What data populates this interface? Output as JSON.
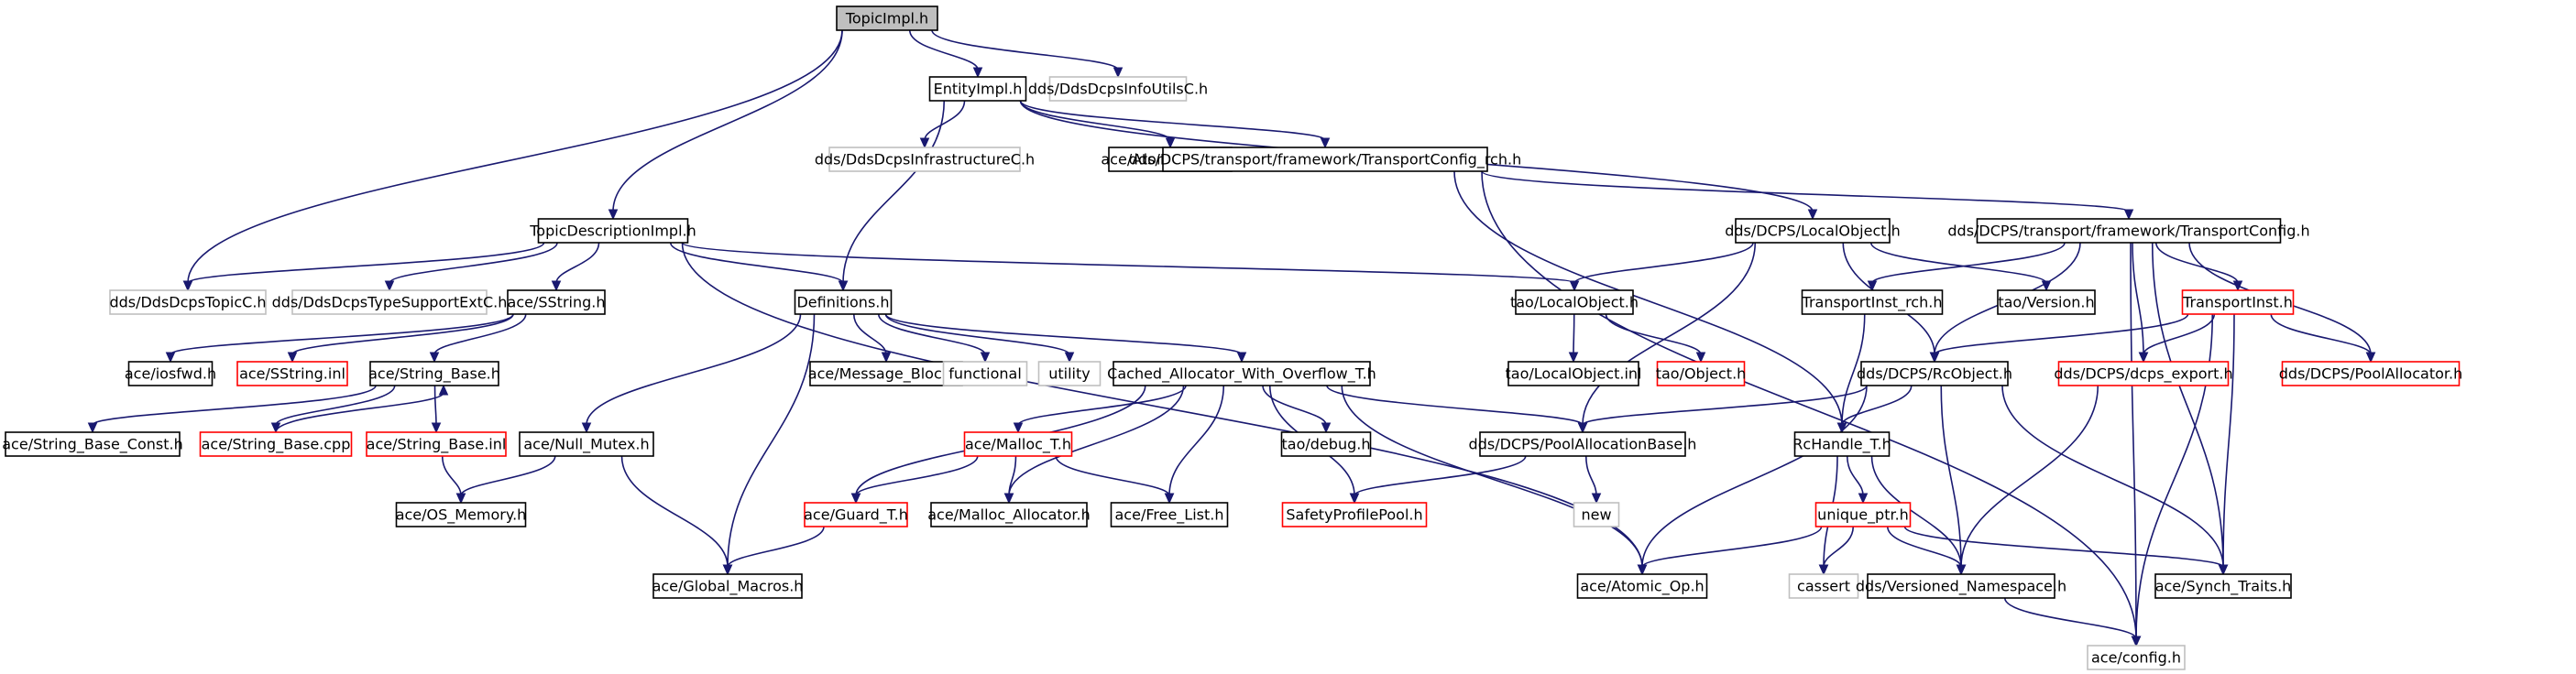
{
  "graph": {
    "root": "TopicImpl.h",
    "colors": {
      "edge": "#191970",
      "root_fill": "#bfbfbf",
      "normal_border": "#000000",
      "truncated_border": "#ff0000",
      "external_border": "#bfbfbf"
    },
    "nodes": [
      {
        "id": "n_topicimpl",
        "label": "TopicImpl.h",
        "kind": "root"
      },
      {
        "id": "n_entityimpl",
        "label": "EntityImpl.h",
        "kind": "normal"
      },
      {
        "id": "n_infoutils",
        "label": "dds/DdsDcpsInfoUtilsC.h",
        "kind": "external"
      },
      {
        "id": "n_infra",
        "label": "dds/DdsDcpsInfrastructureC.h",
        "kind": "external"
      },
      {
        "id": "n_atomicopt",
        "label": "ace/Atomic_Op_T.h",
        "kind": "normal"
      },
      {
        "id": "n_tcrch",
        "label": "dds/DCPS/transport/framework/TransportConfig_rch.h",
        "kind": "normal"
      },
      {
        "id": "n_topicdesc",
        "label": "TopicDescriptionImpl.h",
        "kind": "normal"
      },
      {
        "id": "n_localobj",
        "label": "dds/DCPS/LocalObject.h",
        "kind": "normal"
      },
      {
        "id": "n_tconfig",
        "label": "dds/DCPS/transport/framework/TransportConfig.h",
        "kind": "normal"
      },
      {
        "id": "n_topicc",
        "label": "dds/DdsDcpsTopicC.h",
        "kind": "external"
      },
      {
        "id": "n_typesupport",
        "label": "dds/DdsDcpsTypeSupportExtC.h",
        "kind": "external"
      },
      {
        "id": "n_sstring",
        "label": "ace/SString.h",
        "kind": "normal"
      },
      {
        "id": "n_defs",
        "label": "Definitions.h",
        "kind": "normal"
      },
      {
        "id": "n_taolocal",
        "label": "tao/LocalObject.h",
        "kind": "normal"
      },
      {
        "id": "n_tirch",
        "label": "TransportInst_rch.h",
        "kind": "normal"
      },
      {
        "id": "n_taover",
        "label": "tao/Version.h",
        "kind": "normal"
      },
      {
        "id": "n_tinst",
        "label": "TransportInst.h",
        "kind": "truncated"
      },
      {
        "id": "n_iosfwd",
        "label": "ace/iosfwd.h",
        "kind": "normal"
      },
      {
        "id": "n_sstringinl",
        "label": "ace/SString.inl",
        "kind": "truncated"
      },
      {
        "id": "n_strbase",
        "label": "ace/String_Base.h",
        "kind": "normal"
      },
      {
        "id": "n_msgblock",
        "label": "ace/Message_Block.h",
        "kind": "normal"
      },
      {
        "id": "n_functional",
        "label": "functional",
        "kind": "external"
      },
      {
        "id": "n_utility",
        "label": "utility",
        "kind": "external"
      },
      {
        "id": "n_cached",
        "label": "Cached_Allocator_With_Overflow_T.h",
        "kind": "normal"
      },
      {
        "id": "n_taolocalinl",
        "label": "tao/LocalObject.inl",
        "kind": "normal"
      },
      {
        "id": "n_taoobj",
        "label": "tao/Object.h",
        "kind": "truncated"
      },
      {
        "id": "n_rcobj",
        "label": "dds/DCPS/RcObject.h",
        "kind": "normal"
      },
      {
        "id": "n_dcpsexport",
        "label": "dds/DCPS/dcps_export.h",
        "kind": "truncated"
      },
      {
        "id": "n_poolalloc",
        "label": "dds/DCPS/PoolAllocator.h",
        "kind": "truncated"
      },
      {
        "id": "n_strbaseconst",
        "label": "ace/String_Base_Const.h",
        "kind": "normal"
      },
      {
        "id": "n_strbasecpp",
        "label": "ace/String_Base.cpp",
        "kind": "truncated"
      },
      {
        "id": "n_strbaseinl",
        "label": "ace/String_Base.inl",
        "kind": "truncated"
      },
      {
        "id": "n_nullmutex",
        "label": "ace/Null_Mutex.h",
        "kind": "normal"
      },
      {
        "id": "n_malloct",
        "label": "ace/Malloc_T.h",
        "kind": "truncated"
      },
      {
        "id": "n_taodebug",
        "label": "tao/debug.h",
        "kind": "normal"
      },
      {
        "id": "n_poolallocbase",
        "label": "dds/DCPS/PoolAllocationBase.h",
        "kind": "normal"
      },
      {
        "id": "n_rchandle",
        "label": "RcHandle_T.h",
        "kind": "normal"
      },
      {
        "id": "n_osmem",
        "label": "ace/OS_Memory.h",
        "kind": "normal"
      },
      {
        "id": "n_guardt",
        "label": "ace/Guard_T.h",
        "kind": "truncated"
      },
      {
        "id": "n_mallocalloc",
        "label": "ace/Malloc_Allocator.h",
        "kind": "normal"
      },
      {
        "id": "n_freelist",
        "label": "ace/Free_List.h",
        "kind": "normal"
      },
      {
        "id": "n_safetypool",
        "label": "SafetyProfilePool.h",
        "kind": "truncated"
      },
      {
        "id": "n_new",
        "label": "new",
        "kind": "external"
      },
      {
        "id": "n_uniqueptr",
        "label": "unique_ptr.h",
        "kind": "truncated"
      },
      {
        "id": "n_globalmacros",
        "label": "ace/Global_Macros.h",
        "kind": "normal"
      },
      {
        "id": "n_atomicop",
        "label": "ace/Atomic_Op.h",
        "kind": "normal"
      },
      {
        "id": "n_cassert",
        "label": "cassert",
        "kind": "external"
      },
      {
        "id": "n_versioned",
        "label": "dds/Versioned_Namespace.h",
        "kind": "normal"
      },
      {
        "id": "n_synch",
        "label": "ace/Synch_Traits.h",
        "kind": "normal"
      },
      {
        "id": "n_config",
        "label": "ace/config.h",
        "kind": "external"
      }
    ],
    "edges": [
      [
        "n_topicimpl",
        "n_entityimpl"
      ],
      [
        "n_topicimpl",
        "n_infoutils"
      ],
      [
        "n_topicimpl",
        "n_topicdesc"
      ],
      [
        "n_topicimpl",
        "n_topicc"
      ],
      [
        "n_entityimpl",
        "n_infra"
      ],
      [
        "n_entityimpl",
        "n_atomicopt"
      ],
      [
        "n_entityimpl",
        "n_tcrch"
      ],
      [
        "n_entityimpl",
        "n_localobj"
      ],
      [
        "n_entityimpl",
        "n_defs"
      ],
      [
        "n_tcrch",
        "n_tconfig"
      ],
      [
        "n_tcrch",
        "n_rchandle"
      ],
      [
        "n_tcrch",
        "n_config"
      ],
      [
        "n_topicdesc",
        "n_topicc"
      ],
      [
        "n_topicdesc",
        "n_typesupport"
      ],
      [
        "n_topicdesc",
        "n_sstring"
      ],
      [
        "n_topicdesc",
        "n_defs"
      ],
      [
        "n_topicdesc",
        "n_taolocal"
      ],
      [
        "n_topicdesc",
        "n_atomicop"
      ],
      [
        "n_localobj",
        "n_taolocal"
      ],
      [
        "n_localobj",
        "n_taover"
      ],
      [
        "n_localobj",
        "n_rcobj"
      ],
      [
        "n_localobj",
        "n_poolallocbase"
      ],
      [
        "n_tconfig",
        "n_tirch"
      ],
      [
        "n_tconfig",
        "n_tinst"
      ],
      [
        "n_tconfig",
        "n_rcobj"
      ],
      [
        "n_tconfig",
        "n_dcpsexport"
      ],
      [
        "n_tconfig",
        "n_poolalloc"
      ],
      [
        "n_tconfig",
        "n_synch"
      ],
      [
        "n_tconfig",
        "n_config"
      ],
      [
        "n_sstring",
        "n_iosfwd"
      ],
      [
        "n_sstring",
        "n_sstringinl"
      ],
      [
        "n_sstring",
        "n_strbase"
      ],
      [
        "n_defs",
        "n_msgblock"
      ],
      [
        "n_defs",
        "n_functional"
      ],
      [
        "n_defs",
        "n_utility"
      ],
      [
        "n_defs",
        "n_cached"
      ],
      [
        "n_defs",
        "n_nullmutex"
      ],
      [
        "n_defs",
        "n_globalmacros"
      ],
      [
        "n_taolocal",
        "n_taolocalinl"
      ],
      [
        "n_taolocal",
        "n_taoobj"
      ],
      [
        "n_tirch",
        "n_rchandle"
      ],
      [
        "n_tinst",
        "n_rcobj"
      ],
      [
        "n_tinst",
        "n_dcpsexport"
      ],
      [
        "n_tinst",
        "n_poolalloc"
      ],
      [
        "n_tinst",
        "n_synch"
      ],
      [
        "n_tinst",
        "n_config"
      ],
      [
        "n_strbase",
        "n_strbaseconst"
      ],
      [
        "n_strbase",
        "n_strbasecpp"
      ],
      [
        "n_strbase",
        "n_strbaseinl"
      ],
      [
        "n_strbasecpp",
        "n_strbase"
      ],
      [
        "n_cached",
        "n_malloct"
      ],
      [
        "n_cached",
        "n_guardt"
      ],
      [
        "n_cached",
        "n_mallocalloc"
      ],
      [
        "n_cached",
        "n_freelist"
      ],
      [
        "n_cached",
        "n_taodebug"
      ],
      [
        "n_cached",
        "n_safetypool"
      ],
      [
        "n_cached",
        "n_poolallocbase"
      ],
      [
        "n_cached",
        "n_atomicop"
      ],
      [
        "n_rcobj",
        "n_poolallocbase"
      ],
      [
        "n_rcobj",
        "n_rchandle"
      ],
      [
        "n_rcobj",
        "n_atomicop"
      ],
      [
        "n_rcobj",
        "n_versioned"
      ],
      [
        "n_rcobj",
        "n_synch"
      ],
      [
        "n_dcpsexport",
        "n_versioned"
      ],
      [
        "n_strbaseinl",
        "n_osmem"
      ],
      [
        "n_nullmutex",
        "n_osmem"
      ],
      [
        "n_nullmutex",
        "n_globalmacros"
      ],
      [
        "n_malloct",
        "n_guardt"
      ],
      [
        "n_malloct",
        "n_mallocalloc"
      ],
      [
        "n_malloct",
        "n_freelist"
      ],
      [
        "n_poolallocbase",
        "n_safetypool"
      ],
      [
        "n_poolallocbase",
        "n_new"
      ],
      [
        "n_rchandle",
        "n_uniqueptr"
      ],
      [
        "n_rchandle",
        "n_cassert"
      ],
      [
        "n_rchandle",
        "n_versioned"
      ],
      [
        "n_guardt",
        "n_globalmacros"
      ],
      [
        "n_uniqueptr",
        "n_atomicop"
      ],
      [
        "n_uniqueptr",
        "n_cassert"
      ],
      [
        "n_uniqueptr",
        "n_versioned"
      ],
      [
        "n_uniqueptr",
        "n_synch"
      ],
      [
        "n_versioned",
        "n_config"
      ]
    ]
  }
}
